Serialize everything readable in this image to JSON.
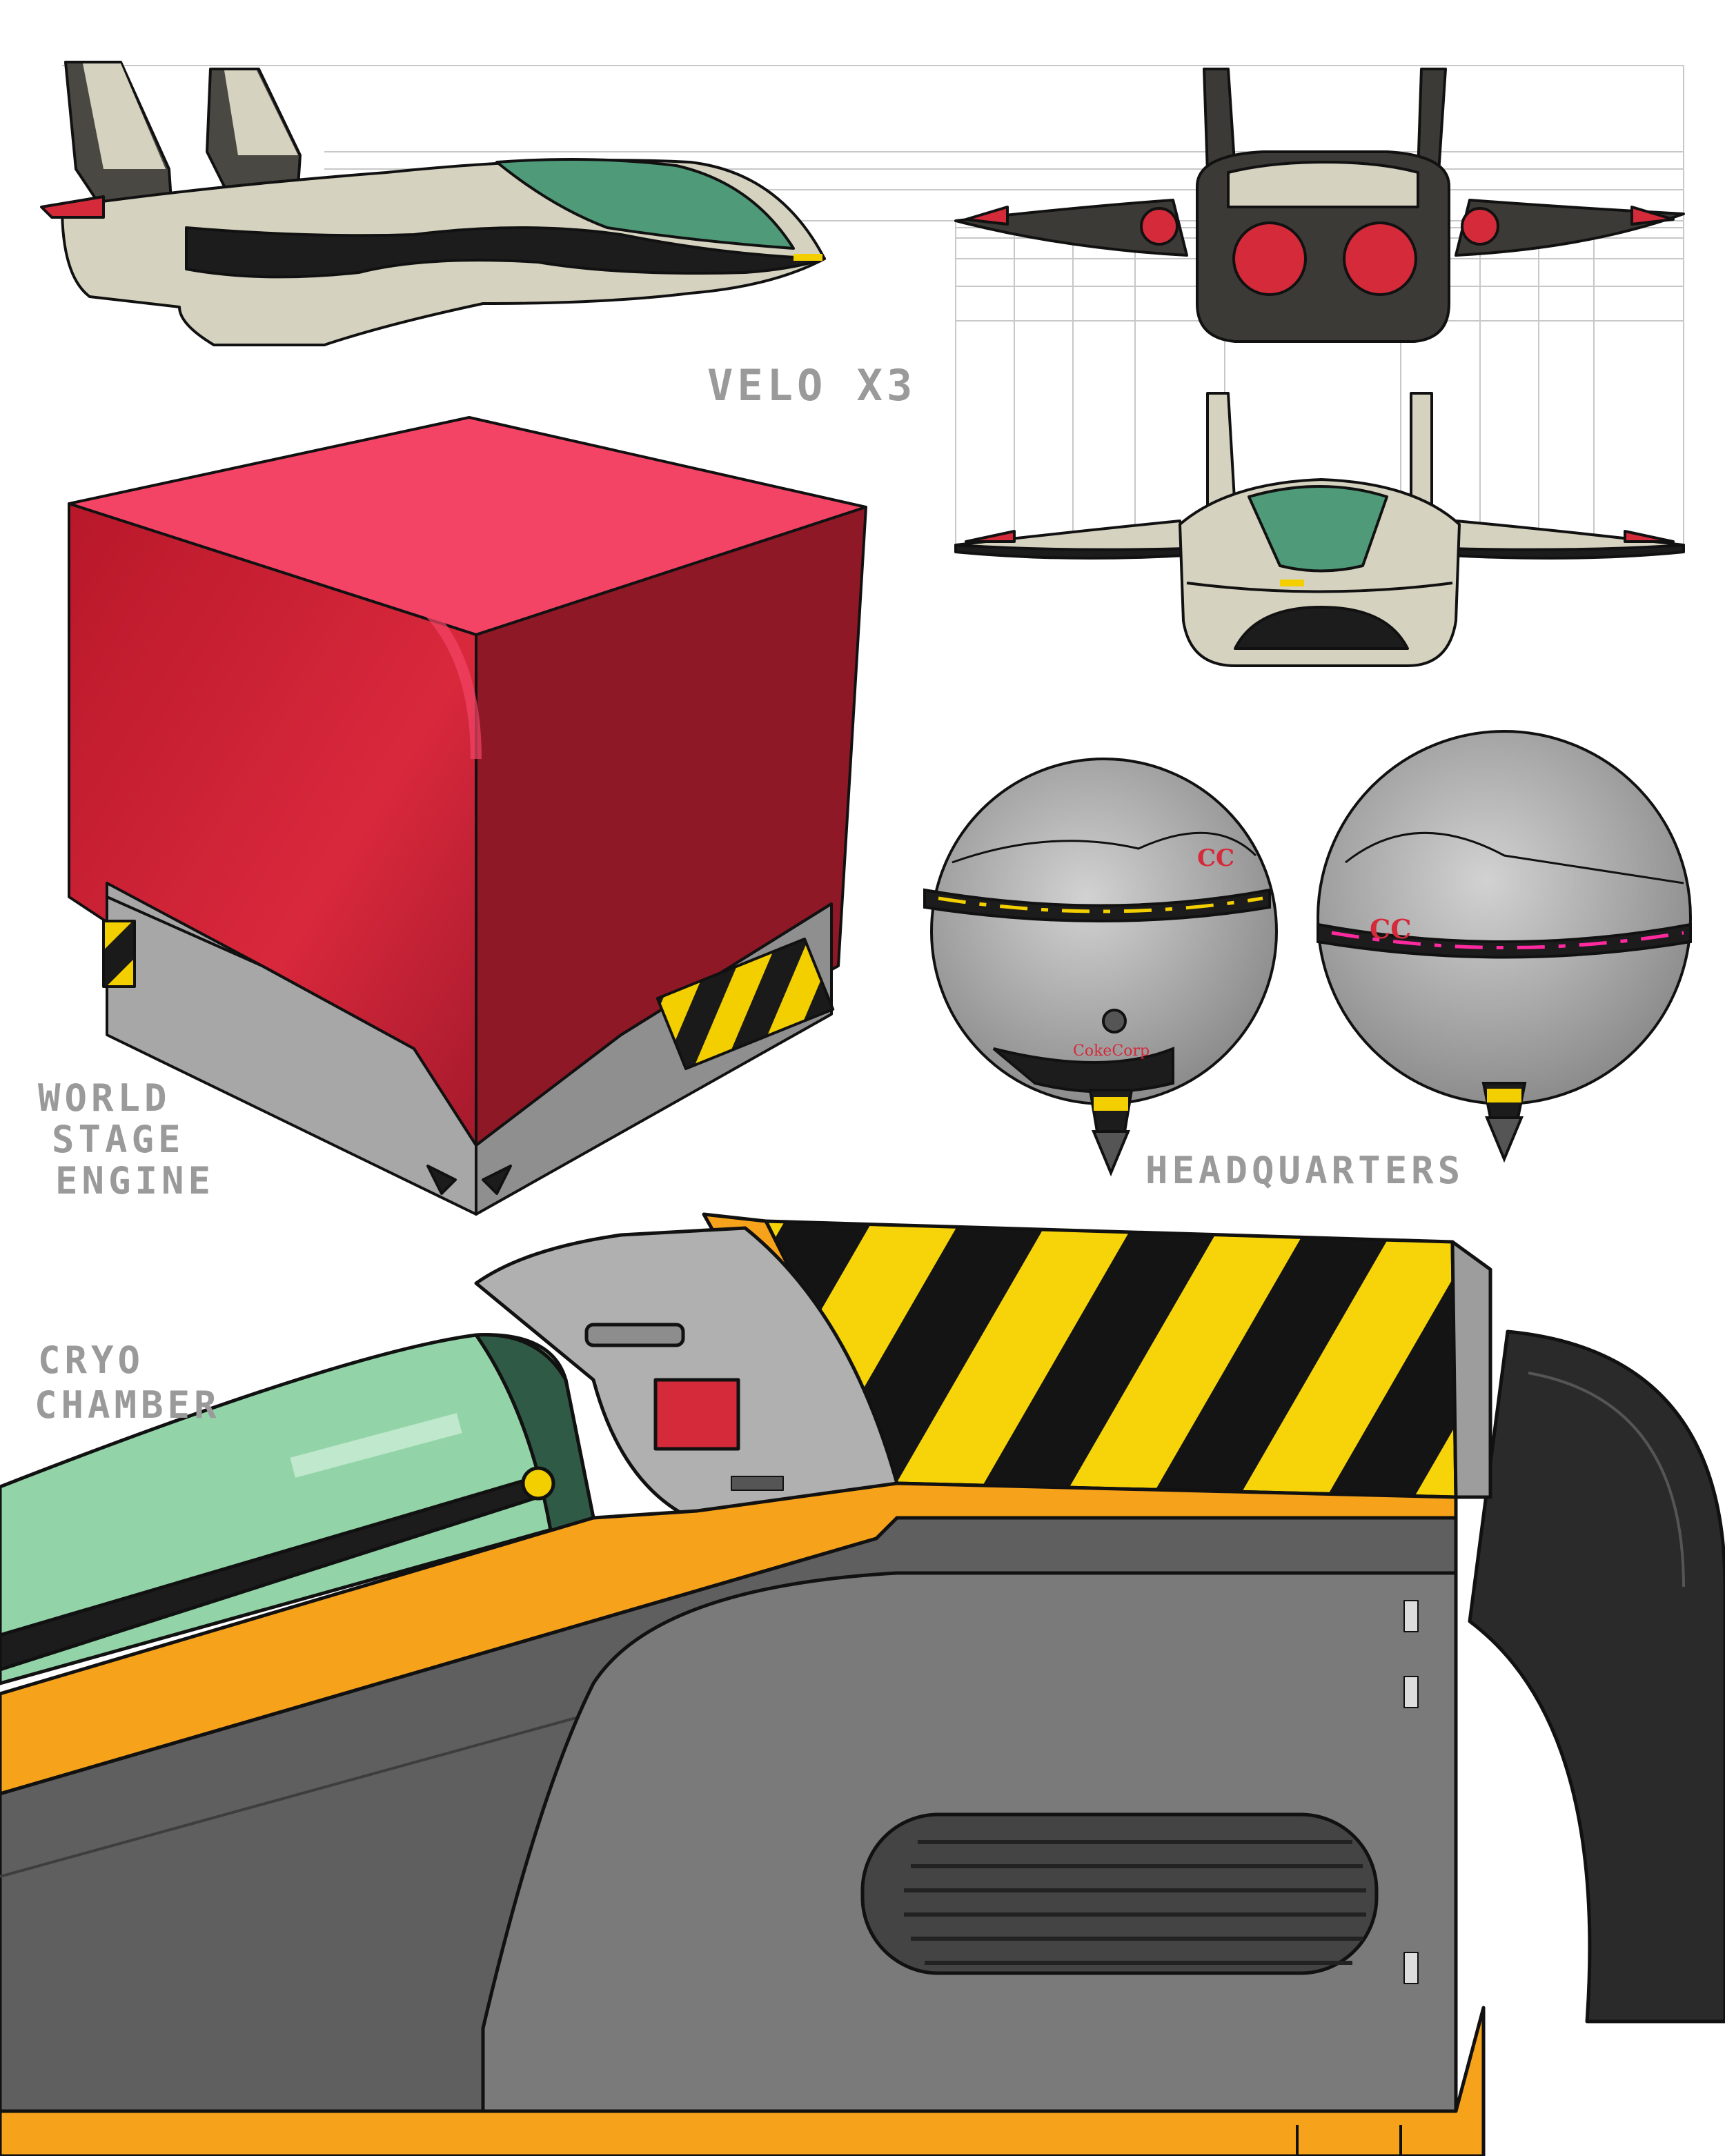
{
  "sheet": {
    "labels": {
      "velo": "VELO X3",
      "world_line1": "WORLD",
      "world_line2": "STAGE",
      "world_line3": "ENGINE",
      "headquarters": "HEADQUARTERS",
      "cryo_line1": "CRYO",
      "cryo_line2": "CHAMBER"
    },
    "sphere_logo_text": "CC",
    "sphere_brand_text": "CokeCorp"
  },
  "colors": {
    "ship_body": "#d6d2c0",
    "ship_dark": "#3c3a36",
    "ship_canopy": "#4f9a78",
    "accent_red": "#d42a3a",
    "cube_top": "#f44466",
    "cube_front": "#cc2235",
    "cube_side": "#8e1826",
    "base_gray": "#a7a7a7",
    "hazard_yellow": "#f3cf00",
    "cryo_orange": "#f7a21b",
    "cryo_gray": "#5f5f5f",
    "cryo_glass": "#92d4a8",
    "label_gray": "#9a9a9a"
  }
}
